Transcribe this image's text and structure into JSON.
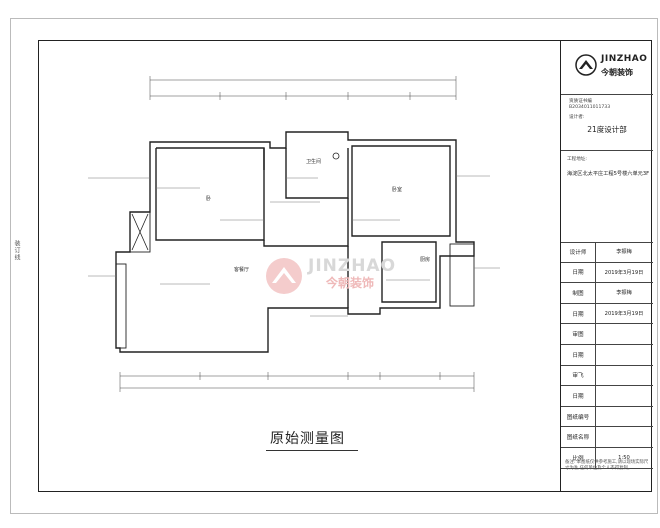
{
  "binding_text": "装订线",
  "title_block": {
    "brand_en": "JINZHAO",
    "brand_cn": "今朝装饰",
    "cert_label": "资质证书编",
    "cert_number": "B2034011011733",
    "designer_label": "设计者:",
    "department": "21度设计部",
    "project_label": "工程地址:",
    "project_value": "海淀区北太平庄工程5号楼六单元3F",
    "rows": [
      {
        "label": "设计师",
        "value": "李振梅"
      },
      {
        "label": "日期",
        "value": "2019年3月19日"
      },
      {
        "label": "制图",
        "value": "李振梅"
      },
      {
        "label": "日期",
        "value": "2019年3月19日"
      },
      {
        "label": "审图",
        "value": ""
      },
      {
        "label": "日期",
        "value": ""
      },
      {
        "label": "审飞",
        "value": ""
      },
      {
        "label": "日期",
        "value": ""
      },
      {
        "label": "图纸编号",
        "value": ""
      },
      {
        "label": "图纸名称",
        "value": ""
      },
      {
        "label": "比例",
        "value": "1:50"
      }
    ],
    "note": "备注: 本图纸仅供参考施工,请以现场实际尺寸为准,任何单位及个人不得复制。"
  },
  "watermark": {
    "en": "JINZHAO",
    "cn": "今朝装饰"
  },
  "drawing_title": "原始测量图",
  "rooms": [
    {
      "id": "bedroom-left",
      "label": "卧"
    },
    {
      "id": "bathroom",
      "label": "卫生间"
    },
    {
      "id": "bedroom-right",
      "label": "卧室"
    },
    {
      "id": "living",
      "label": "客餐厅"
    },
    {
      "id": "kitchen",
      "label": "厨房"
    }
  ],
  "colors": {
    "line": "#222222",
    "dim": "#777777",
    "accent": "#c0392b"
  }
}
